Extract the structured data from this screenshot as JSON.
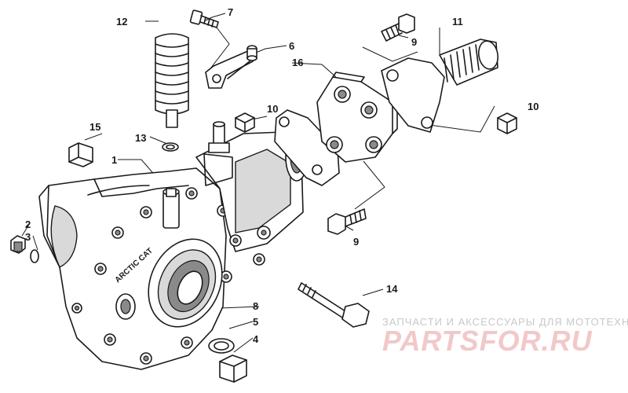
{
  "callouts": {
    "c1": "1",
    "c2": "2",
    "c3": "3",
    "c4": "4",
    "c5": "5",
    "c6": "6",
    "c7": "7",
    "c8": "8",
    "c9a": "9",
    "c9b": "9",
    "c10a": "10",
    "c10b": "10",
    "c11": "11",
    "c12": "12",
    "c13": "13",
    "c14": "14",
    "c15": "15",
    "c16": "16"
  },
  "housing_emboss": "ARCTIC CAT",
  "watermark": {
    "tagline": "ЗАПЧАСТИ И АКСЕССУАРЫ ДЛЯ МОТОТЕХНИКИ",
    "brand": "PARTSFOR.RU",
    "brand_color": "#f2c8c8"
  }
}
